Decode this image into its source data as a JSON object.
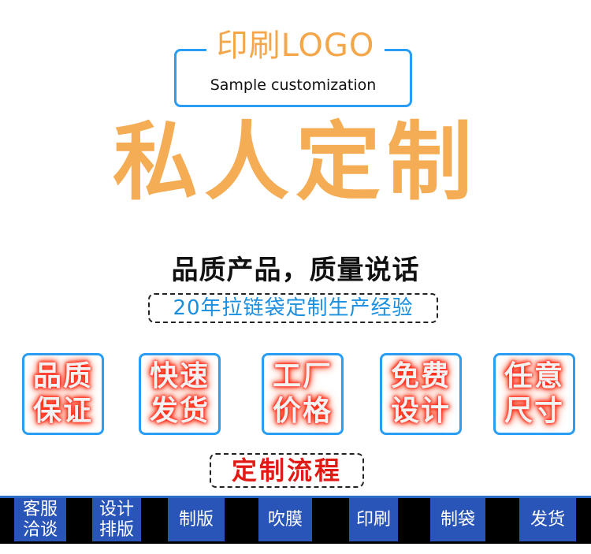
{
  "header": {
    "logo_title": "印刷LOGO",
    "logo_subtitle": "Sample customization"
  },
  "hero": {
    "title": "私人定制",
    "slogan": "品质产品，质量说话",
    "experience": "20年拉链袋定制生产经验"
  },
  "features": [
    {
      "line1": "品质",
      "line2": "保证"
    },
    {
      "line1": "快速",
      "line2": "发货"
    },
    {
      "line1": "工厂",
      "line2": "价格"
    },
    {
      "line1": "免费",
      "line2": "设计"
    },
    {
      "line1": "任意",
      "line2": "尺寸"
    }
  ],
  "process": {
    "title": "定制流程",
    "steps": [
      {
        "line1": "客服",
        "line2": "洽谈"
      },
      {
        "line1": "设计",
        "line2": "排版"
      },
      {
        "line1": "制版",
        "line2": ""
      },
      {
        "line1": "吹膜",
        "line2": ""
      },
      {
        "line1": "印刷",
        "line2": ""
      },
      {
        "line1": "制袋",
        "line2": ""
      },
      {
        "line1": "发货",
        "line2": ""
      }
    ]
  },
  "colors": {
    "accent_blue": "#2a9df4",
    "title_orange": "#f5ad55",
    "process_red": "#e01a14",
    "step_blue": "#2a55b8"
  }
}
